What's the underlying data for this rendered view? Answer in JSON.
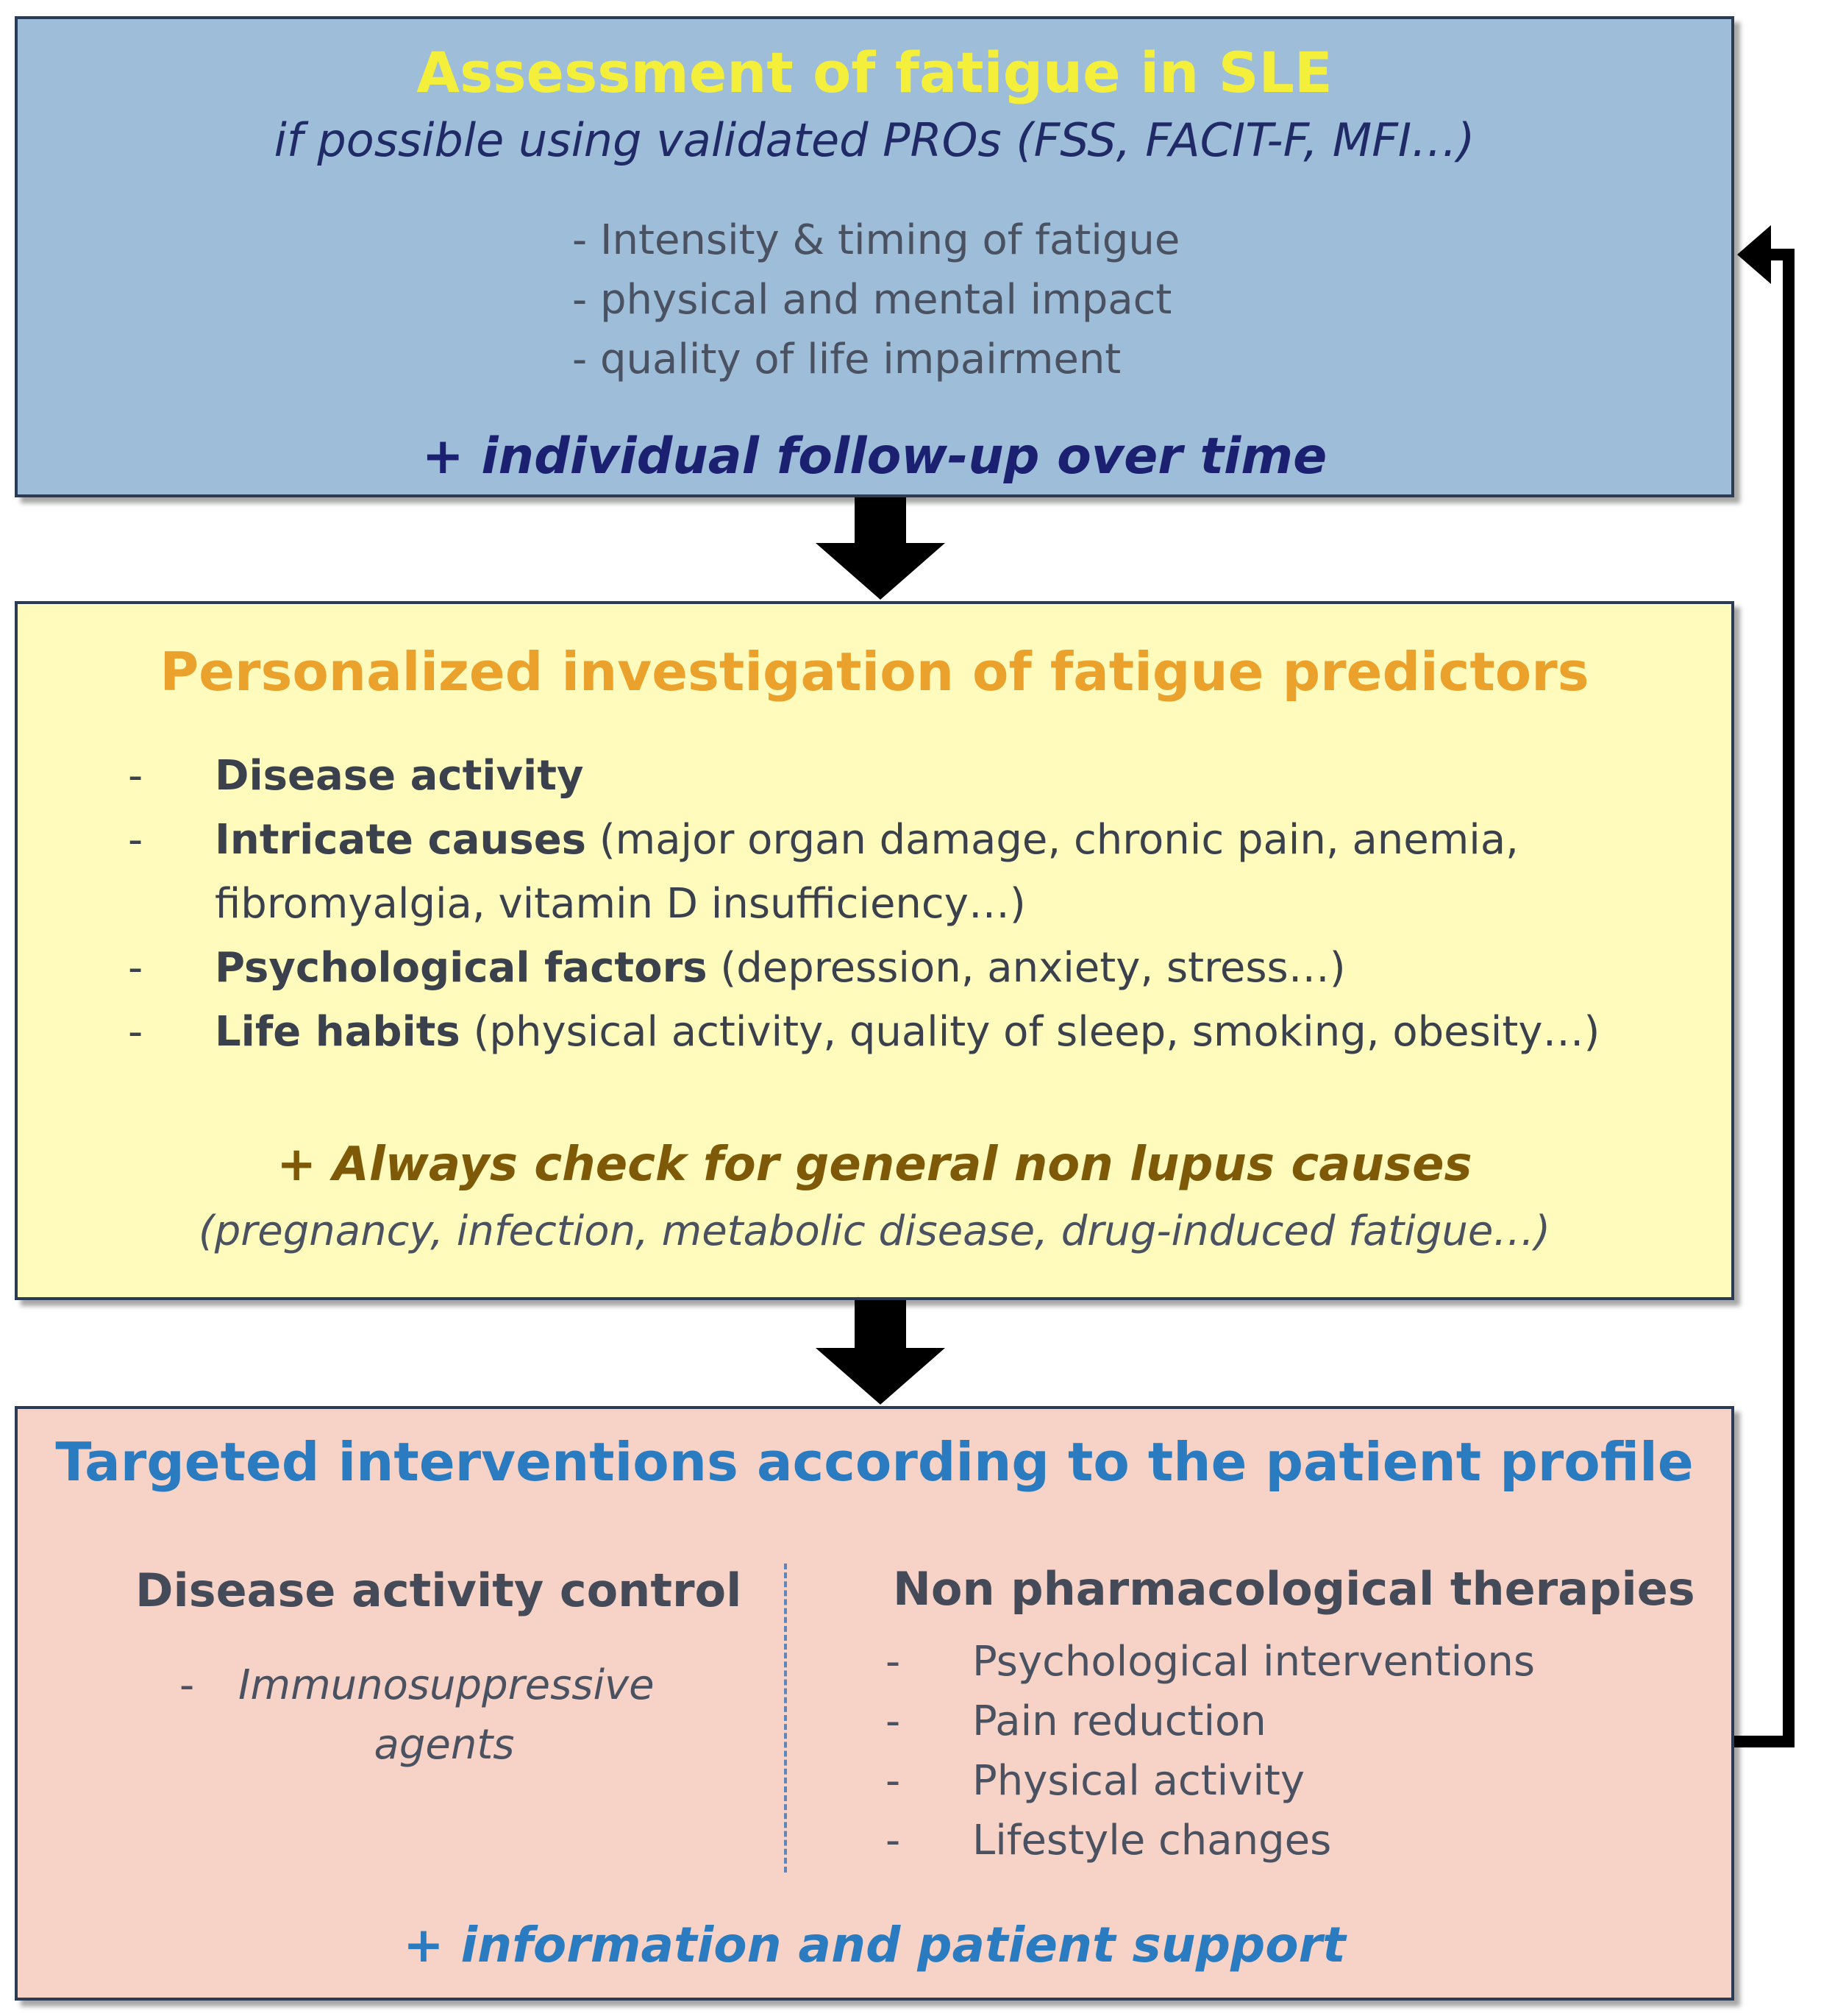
{
  "assessment": {
    "title": "Assessment of fatigue in SLE",
    "subtitle": "if possible using validated PROs (FSS, FACIT-F, MFI…)",
    "items": [
      "- Intensity & timing of fatigue",
      "- physical and mental impact",
      "- quality of life impairment"
    ],
    "footer": "+ individual follow-up over time"
  },
  "investigation": {
    "title": "Personalized investigation of fatigue predictors",
    "items": [
      {
        "bold": "Disease activity",
        "rest": ""
      },
      {
        "bold": "Intricate causes",
        "rest": " (major organ damage, chronic pain, anemia,",
        "cont": "fibromyalgia, vitamin D insufficiency…)"
      },
      {
        "bold": "Psychological factors",
        "rest": " (depression, anxiety, stress…)"
      },
      {
        "bold": "Life habits",
        "rest": " (physical activity, quality of sleep, smoking, obesity…)"
      }
    ],
    "footer_main": "+ Always check for general non lupus causes",
    "footer_sub": "(pregnancy, infection, metabolic disease, drug-induced fatigue…)"
  },
  "interventions": {
    "title": "Targeted interventions according to the patient profile",
    "left_title": "Disease activity control",
    "left_item": "Immunosuppressive agents",
    "right_title": "Non pharmacological therapies",
    "right_items": [
      "Psychological interventions",
      "Pain reduction",
      "Physical activity",
      "Lifestyle changes"
    ],
    "footer": "+ information and patient support"
  },
  "colors": {
    "box1_fill": "#9dbdd9",
    "box2_fill": "#fefbbd",
    "box3_fill": "#f6d3c6",
    "arrow": "#000000"
  }
}
